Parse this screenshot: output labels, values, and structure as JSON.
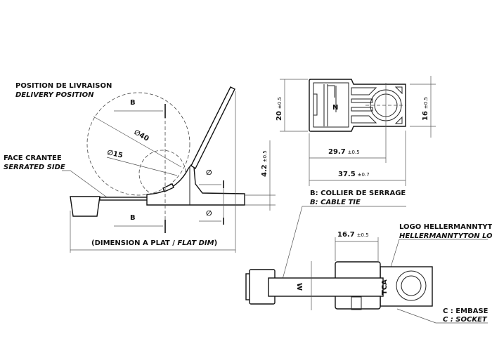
{
  "side_view": {
    "delivery_fr": "POSITION DE LIVRAISON",
    "delivery_en": "DELIVERY POSITION",
    "serrated_fr": "FACE CRANTEE",
    "serrated_en": "SERRATED SIDE",
    "section_b_top": "B",
    "section_b_bottom": "B",
    "dia_40": "∅40",
    "dia_15": "∅15",
    "dia_sym_top": "∅",
    "dia_sym_bottom": "∅",
    "height_dim": "4.2",
    "height_tol": "±0.5",
    "flat_dim": "(DIMENSION A PLAT / ",
    "flat_dim_en": "FLAT DIM",
    "flat_dim_close": ")"
  },
  "top_view": {
    "height_dim": "20",
    "height_tol": "±0.5",
    "right_height_dim": "16",
    "right_height_tol": "±0.5",
    "center_dim": "29.7",
    "center_tol": "±0.5",
    "length_dim": "37.5",
    "length_tol": "±0.7"
  },
  "labels": {
    "cable_tie_fr": "B: COLLIER DE SERRAGE",
    "cable_tie_en": "B: CABLE TIE",
    "logo_fr": "LOGO HELLERMANNTYTON",
    "logo_en": "HELLERMANNTYTON LOGO",
    "socket_fr": "C : EMBASE",
    "socket_en": "C : SOCKET"
  },
  "bottom_view": {
    "width_dim": "16.7",
    "width_tol": "±0.5",
    "w_label": "W",
    "logo_mark": "TCA"
  }
}
